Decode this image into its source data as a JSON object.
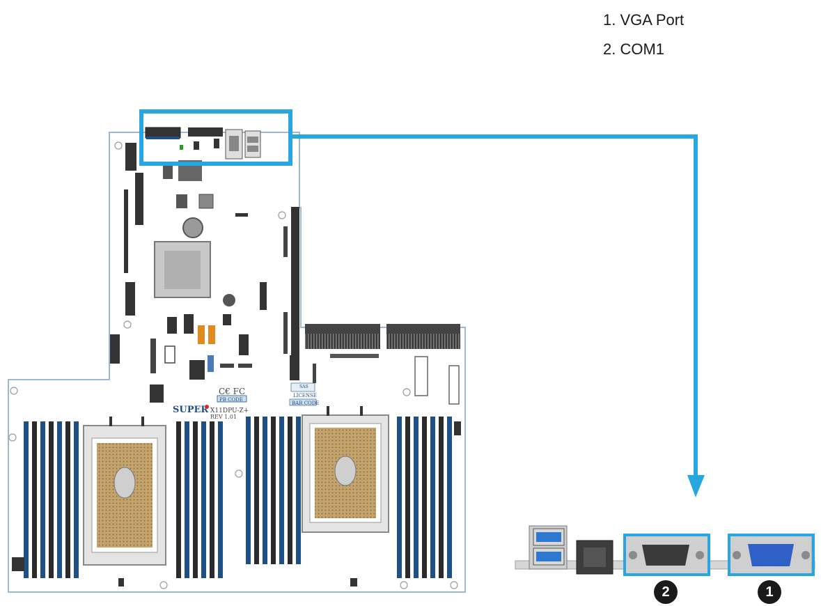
{
  "legend": {
    "items": [
      {
        "number": "1",
        "label": "1. VGA Port"
      },
      {
        "number": "2",
        "label": "2. COM1"
      }
    ]
  },
  "board": {
    "brand": "SUPER",
    "model": "X11DPU-Z+",
    "revision": "REV 1.01",
    "cert_marks": "C€ FC",
    "sticker_1": "PB CODE",
    "sticker_2": "SAS",
    "sticker_3": "LICENSE",
    "sticker_4": "BAR CODE"
  },
  "callouts": [
    "2",
    "1"
  ],
  "colors": {
    "highlight": "#27a6df",
    "dimm_blue": "#1e4f86",
    "dimm_dark": "#2b2b2b",
    "board_outline": "#9cb8d6",
    "callout_fill": "#1a1a1a",
    "socket_gold": "#c4a46c"
  },
  "icons": {
    "callout_marker": "filled-circle-number",
    "arrow": "arrow-down-icon"
  }
}
